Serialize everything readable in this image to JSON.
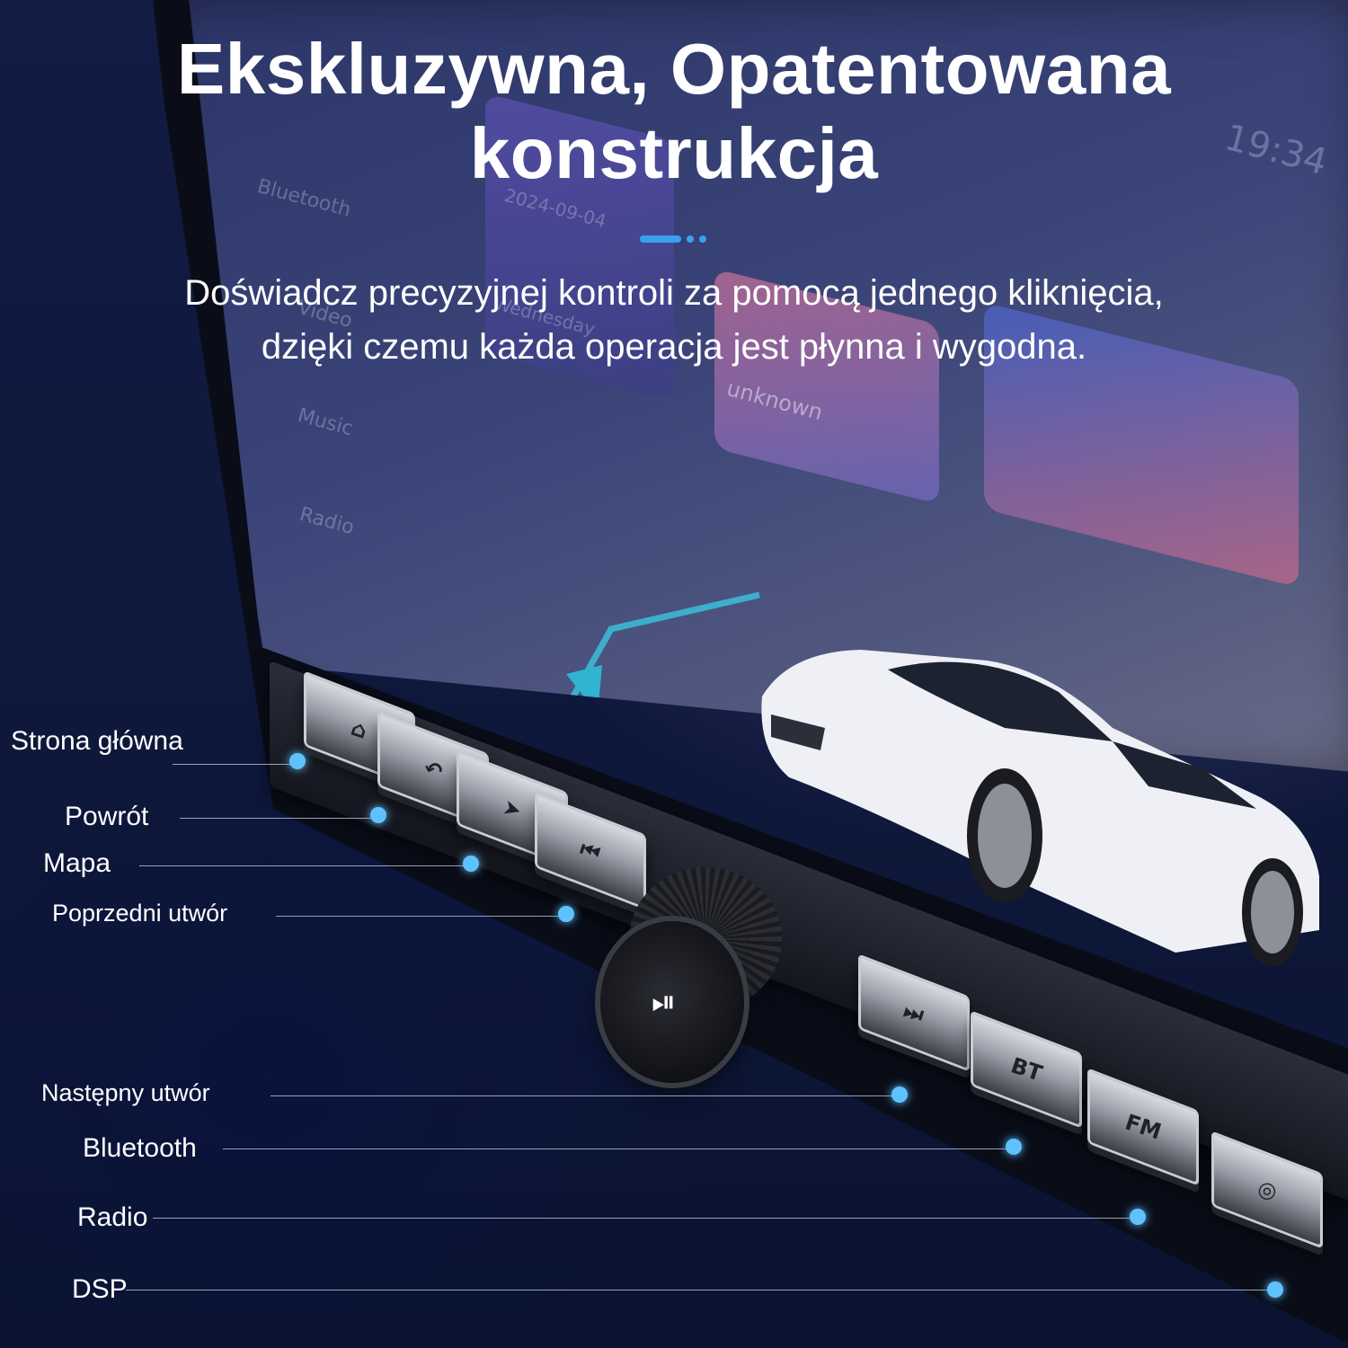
{
  "header": {
    "title_line1": "Ekskluzywna, Opatentowana",
    "title_line2": "konstrukcja",
    "subtitle_line1": "Doświadcz precyzyjnej kontroli za pomocą jednego kliknięcia,",
    "subtitle_line2": "dzięki czemu każda operacja jest płynna i wygodna."
  },
  "screen": {
    "menu_bluetooth": "Bluetooth",
    "menu_video": "Video",
    "menu_music": "Music",
    "menu_radio": "Radio",
    "weather_label": "unknown",
    "clock": "19:34",
    "date": "2024-09-04",
    "day": "Wednesday"
  },
  "buttons": {
    "bt_label": "BT",
    "fm_label": "FM"
  },
  "callouts": [
    {
      "label": "Strona główna"
    },
    {
      "label": "Powrót"
    },
    {
      "label": "Mapa"
    },
    {
      "label": "Poprzedni utwór"
    },
    {
      "label": "Następny utwór"
    },
    {
      "label": "Bluetooth"
    },
    {
      "label": "Radio"
    },
    {
      "label": "DSP"
    }
  ],
  "colors": {
    "background": "#0f1a3c",
    "accent": "#3aa0f0",
    "pin": "#5fc2ff"
  }
}
